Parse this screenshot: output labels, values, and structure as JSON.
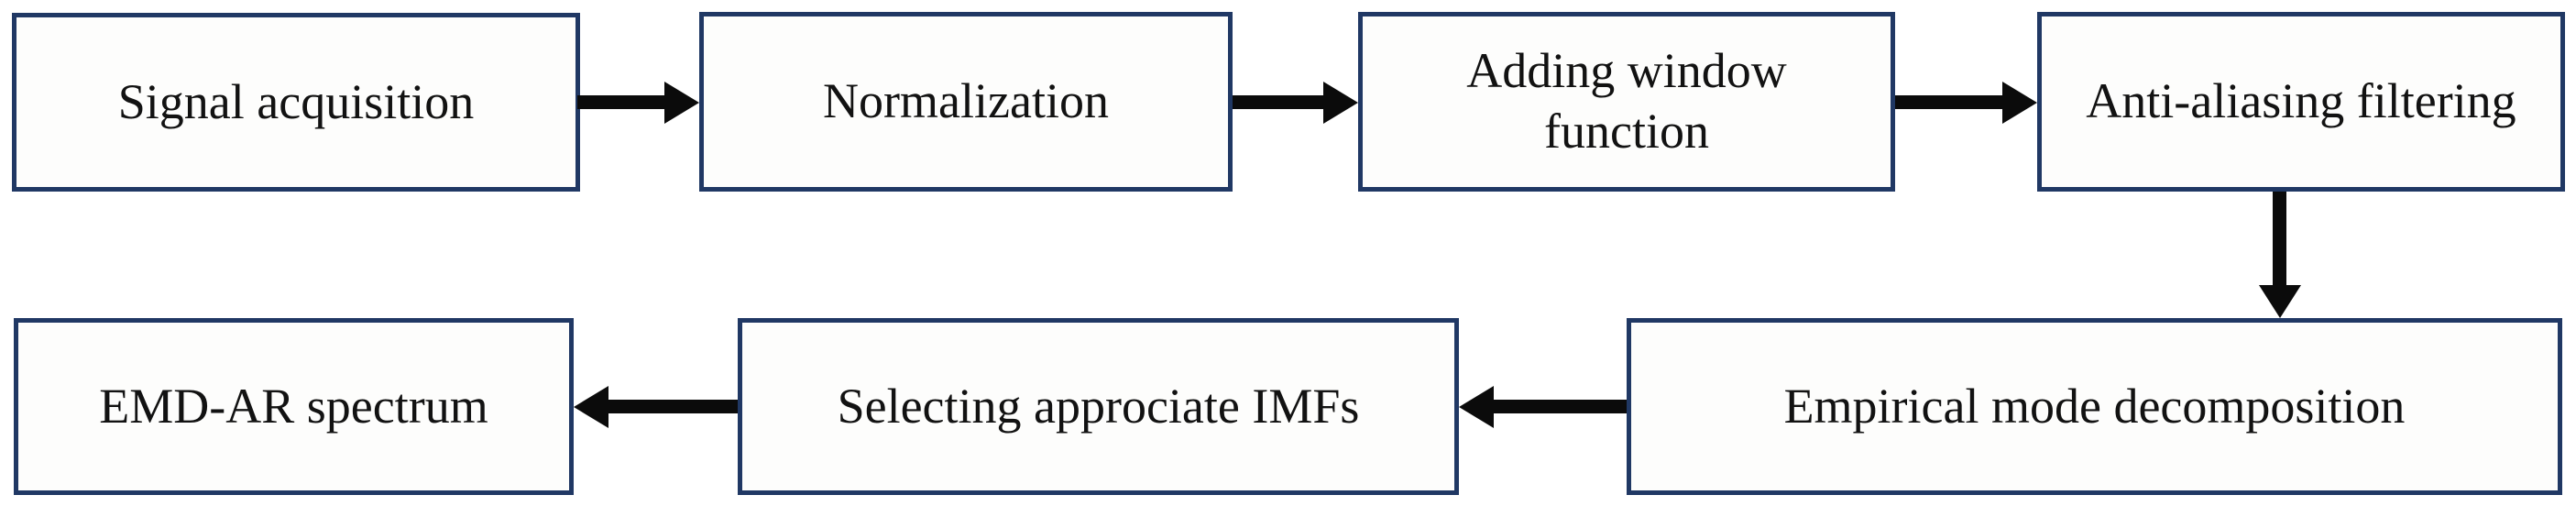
{
  "flowchart": {
    "steps": [
      {
        "id": "signal-acquisition",
        "label": "Signal acquisition",
        "row": 1
      },
      {
        "id": "normalization",
        "label": "Normalization",
        "row": 1
      },
      {
        "id": "adding-window-function",
        "label": "Adding window function",
        "row": 1
      },
      {
        "id": "anti-aliasing-filtering",
        "label": "Anti-aliasing filtering",
        "row": 1
      },
      {
        "id": "empirical-mode-decomposition",
        "label": "Empirical mode decomposition",
        "row": 2
      },
      {
        "id": "selecting-approciate-imfs",
        "label": "Selecting approciate IMFs",
        "row": 2
      },
      {
        "id": "emd-ar-spectrum",
        "label": "EMD-AR spectrum",
        "row": 2
      }
    ],
    "connections": [
      {
        "from": "Signal acquisition",
        "to": "Normalization",
        "direction": "right"
      },
      {
        "from": "Normalization",
        "to": "Adding window function",
        "direction": "right"
      },
      {
        "from": "Adding window function",
        "to": "Anti-aliasing filtering",
        "direction": "right"
      },
      {
        "from": "Anti-aliasing filtering",
        "to": "Empirical mode decomposition",
        "direction": "down"
      },
      {
        "from": "Empirical mode decomposition",
        "to": "Selecting approciate IMFs",
        "direction": "left"
      },
      {
        "from": "Selecting approciate IMFs",
        "to": "EMD-AR spectrum",
        "direction": "left"
      }
    ],
    "colors": {
      "box_border": "#203864",
      "box_fill": "#fdfdfc",
      "arrow": "#0b0b0b",
      "text": "#121212",
      "background": "#ffffff"
    }
  }
}
